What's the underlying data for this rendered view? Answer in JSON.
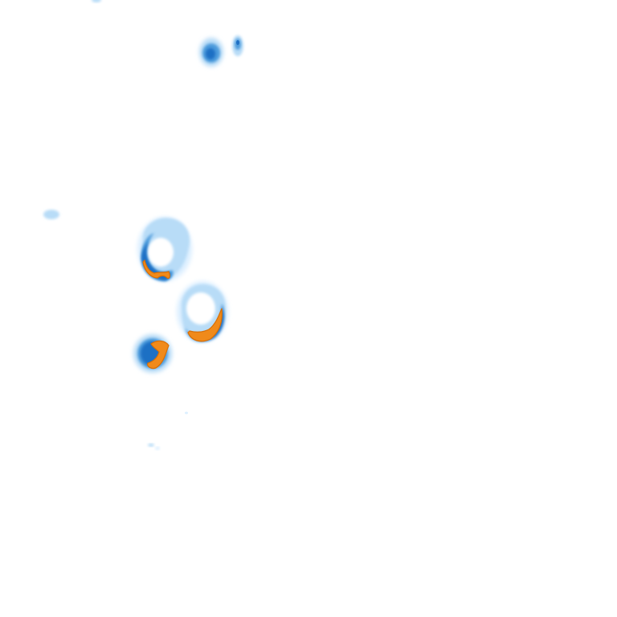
{
  "map": {
    "type": "radar-reflectivity-overlay",
    "background": "#ffffff",
    "legend_visible": false,
    "text_labels": []
  },
  "colors": {
    "very_light": "#dcefff",
    "light": "#b8dcf7",
    "mid_light": "#8cc4ee",
    "medium": "#4e9bdc",
    "dark": "#1f6fc4",
    "intense": "#f08a1a",
    "intense_outline": "#d86f06"
  },
  "cells": [
    {
      "id": "north-pair-west",
      "intensity": "moderate"
    },
    {
      "id": "north-pair-east",
      "intensity": "moderate"
    },
    {
      "id": "center-west-ring",
      "intensity": "strong"
    },
    {
      "id": "center-east-ring",
      "intensity": "strong"
    },
    {
      "id": "southwest-cell",
      "intensity": "strong"
    },
    {
      "id": "west-speck",
      "intensity": "light"
    },
    {
      "id": "top-edge-speck",
      "intensity": "light"
    },
    {
      "id": "south-speck",
      "intensity": "light"
    }
  ]
}
